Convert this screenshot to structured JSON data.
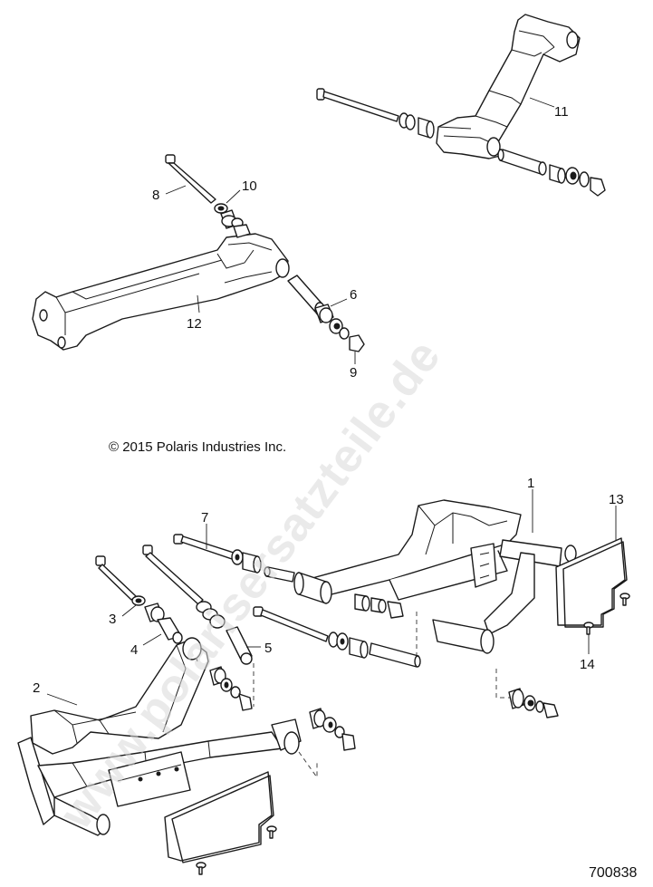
{
  "watermark": "www.polarisersatzteile.de",
  "copyright": "© 2015 Polaris Industries Inc.",
  "figure_number": "700838",
  "callouts": {
    "c1": "1",
    "c2": "2",
    "c3": "3",
    "c4": "4",
    "c5": "5",
    "c6": "6",
    "c7": "7",
    "c8": "8",
    "c9": "9",
    "c10": "10",
    "c11": "11",
    "c12": "12",
    "c13": "13",
    "c14": "14"
  }
}
